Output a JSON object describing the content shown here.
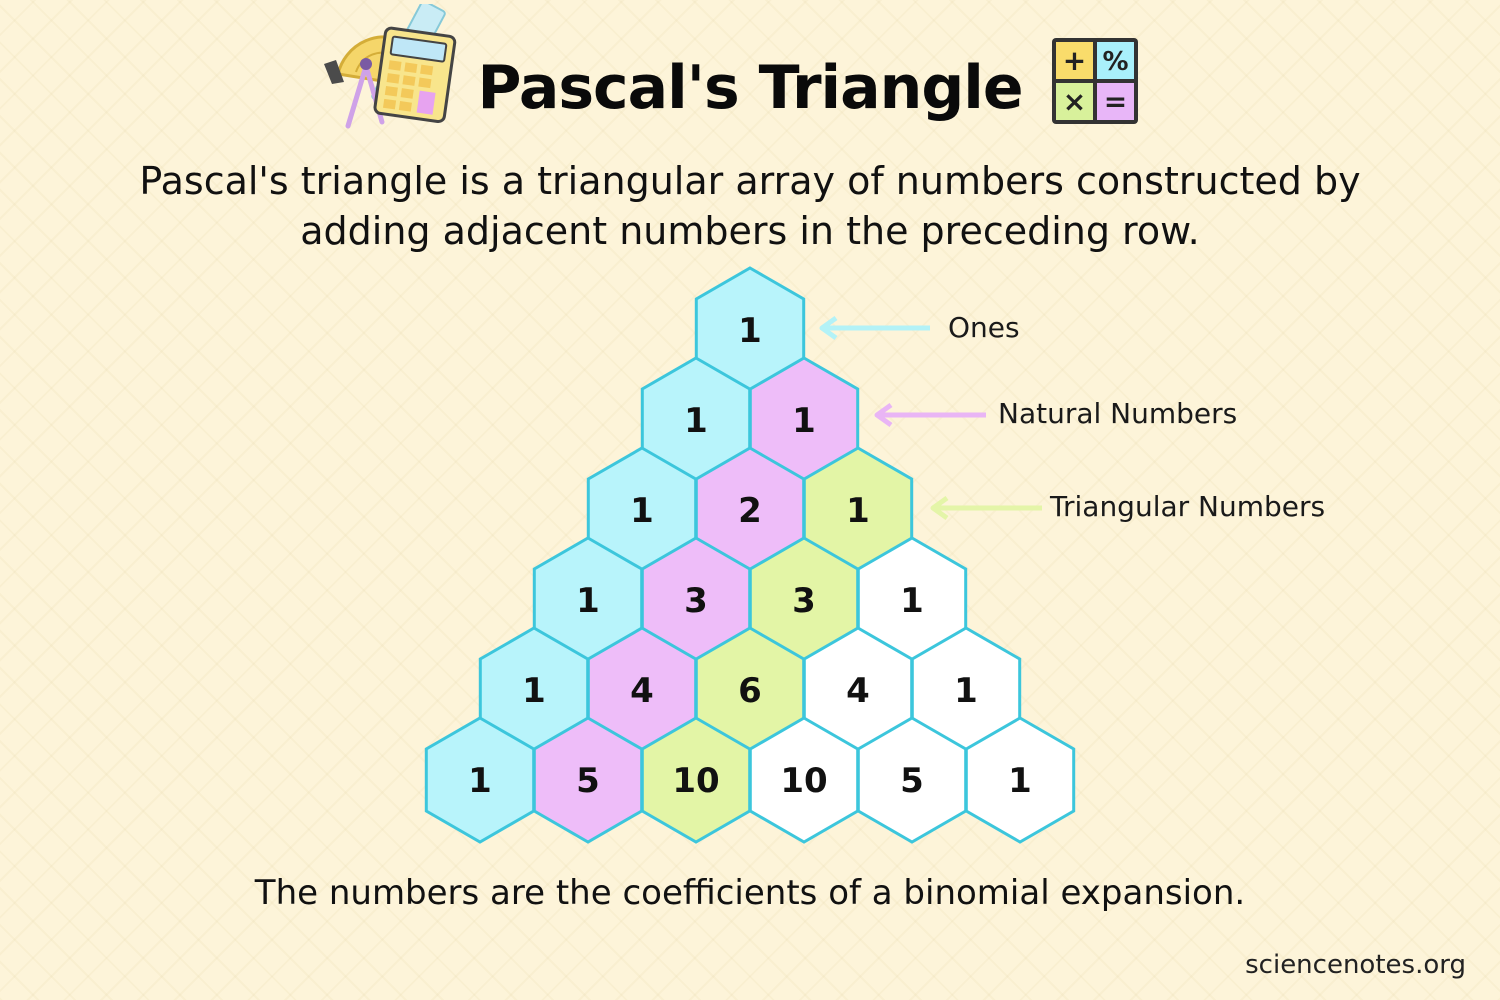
{
  "title": "Pascal's Triangle",
  "intro_lines": [
    "Pascal's triangle is a triangular array of numbers constructed by",
    "adding adjacent numbers in the preceding row."
  ],
  "triangle": {
    "rows": [
      [
        1
      ],
      [
        1,
        1
      ],
      [
        1,
        2,
        1
      ],
      [
        1,
        3,
        3,
        1
      ],
      [
        1,
        4,
        6,
        4,
        1
      ],
      [
        1,
        5,
        10,
        10,
        5,
        1
      ]
    ],
    "highlight_colors": {
      "ones": "#b8f4fb",
      "natural": "#eebdf9",
      "triangular": "#e3f5a6",
      "other": "#ffffff"
    },
    "border_color": "#3cc6dc"
  },
  "labels": {
    "ones": {
      "text": "Ones",
      "arrow_color": "#b3f2f7"
    },
    "natural": {
      "text": "Natural Numbers",
      "arrow_color": "#e9b5f5"
    },
    "triangular": {
      "text": "Triangular Numbers",
      "arrow_color": "#e4f5a8"
    }
  },
  "footer": "The numbers are the coefficients of a binomial expansion.",
  "credit": "sciencenotes.org",
  "icons": {
    "left": "math-tools-icon",
    "right": "calculator-operations-icon",
    "operations": [
      "+",
      "%",
      "×",
      "="
    ],
    "operation_colors": [
      "#f9dc6b",
      "#a9f0fb",
      "#d8f19b",
      "#e8b6f8"
    ]
  }
}
